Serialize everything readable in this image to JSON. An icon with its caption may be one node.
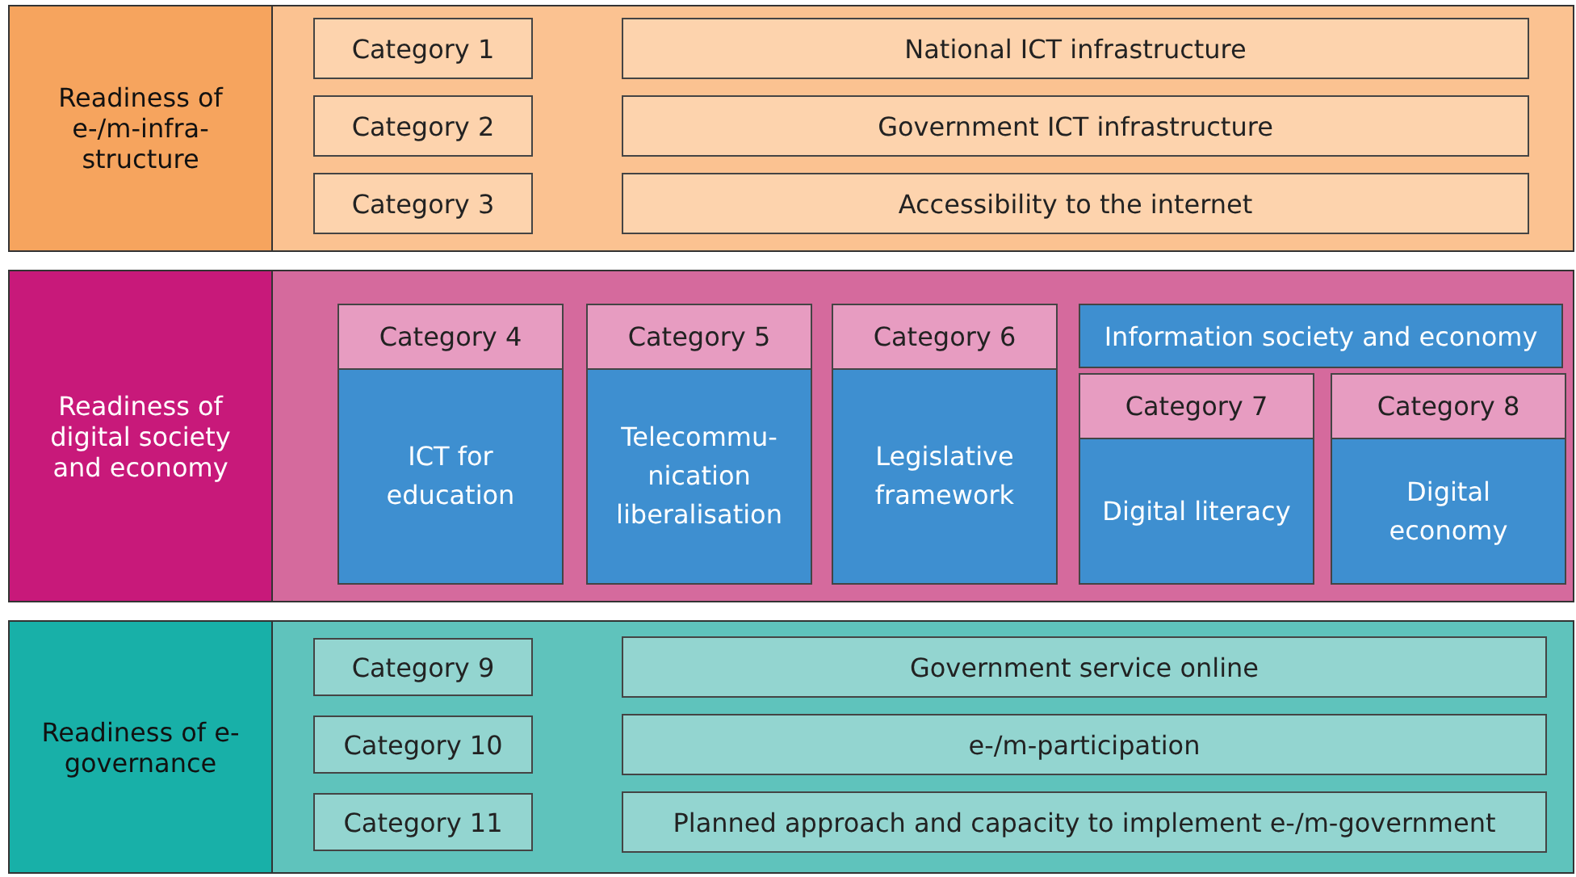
{
  "diagram": {
    "nodes": [
      {
        "text": [
          "Readiness of e-/m-infra- structure"
        ]
      },
      {
        "text": [
          "Category 1"
        ],
        "in": 0
      },
      {
        "text": [
          "National ICT infrastructure"
        ],
        "in": 0
      },
      {
        "text": [
          "Category 2"
        ],
        "in": 0
      },
      {
        "text": [
          "Government ICT infrastructure"
        ],
        "in": 0
      },
      {
        "text": [
          "Category 3"
        ],
        "in": 0
      },
      {
        "text": [
          "Accessibility to the internet"
        ],
        "in": 0
      },
      {
        "text": [
          "Readiness of digital society and economy"
        ]
      },
      {
        "text": [
          "Category 4",
          "ICT for education"
        ],
        "in": 7
      },
      {
        "text": [
          "Category 5",
          "Telecommu- nication liberalisation"
        ],
        "in": 7
      },
      {
        "text": [
          "Category 6",
          "Legislative framework"
        ],
        "in": 7
      },
      {
        "text": [
          "Information society and economy"
        ],
        "in": 7
      },
      {
        "text": [
          "Category 7",
          "Digital literacy"
        ],
        "in": 7
      },
      {
        "text": [
          "Category 8",
          "Digital economy"
        ],
        "in": 7
      },
      {
        "text": [
          "Readiness of e-governance"
        ]
      },
      {
        "text": [
          "Category 9"
        ],
        "in": 14
      },
      {
        "text": [
          "Government service online"
        ],
        "in": 14
      },
      {
        "text": [
          "Category 10"
        ],
        "in": 14
      },
      {
        "text": [
          "e-/m-participation"
        ],
        "in": 14
      },
      {
        "text": [
          "Category 11"
        ],
        "in": 14
      },
      {
        "text": [
          "Planned approach and capacity to implement e-/m-government"
        ],
        "in": 14
      }
    ]
  }
}
